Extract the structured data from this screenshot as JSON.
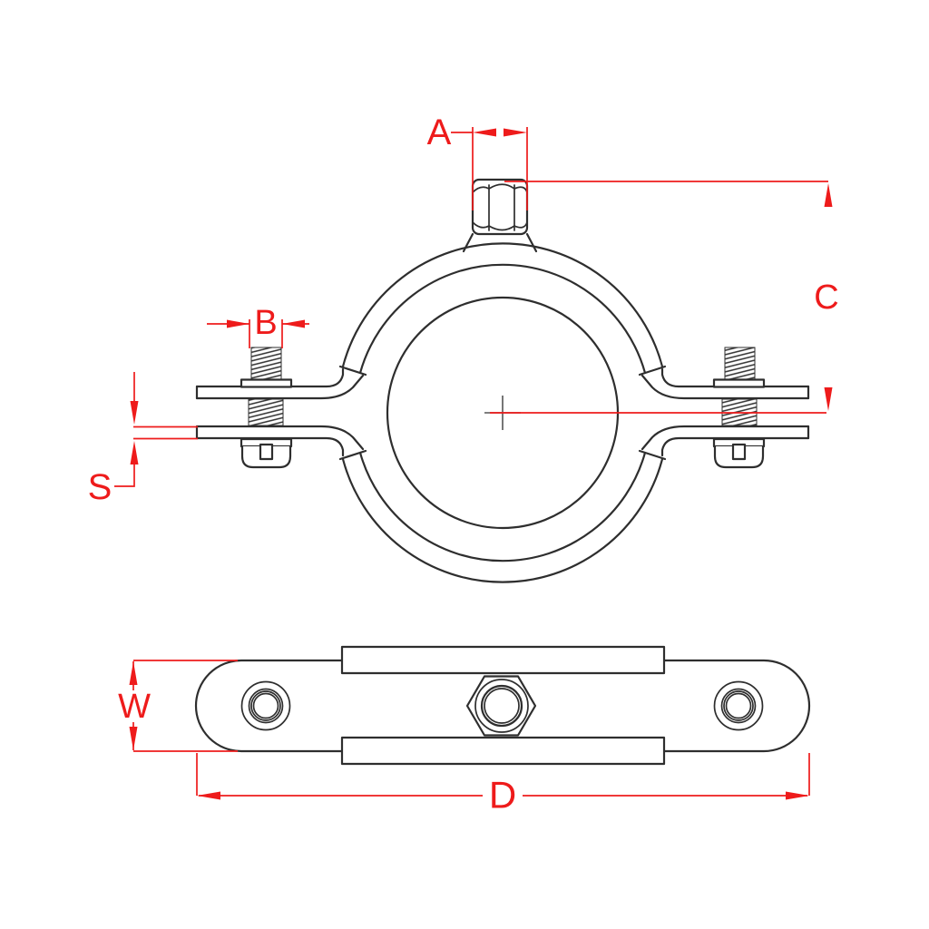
{
  "drawing": {
    "type": "technical-drawing",
    "subject": "pipe-clamp-two-views"
  },
  "colors": {
    "red": "#ee1b1b",
    "ink": "#2e2e2e",
    "centermark": "#555555",
    "bg": "#ffffff"
  },
  "dimensions": {
    "A": {
      "label": "A"
    },
    "B": {
      "label": "B"
    },
    "C": {
      "label": "C"
    },
    "S": {
      "label": "S"
    },
    "W": {
      "label": "W"
    },
    "D": {
      "label": "D"
    }
  }
}
